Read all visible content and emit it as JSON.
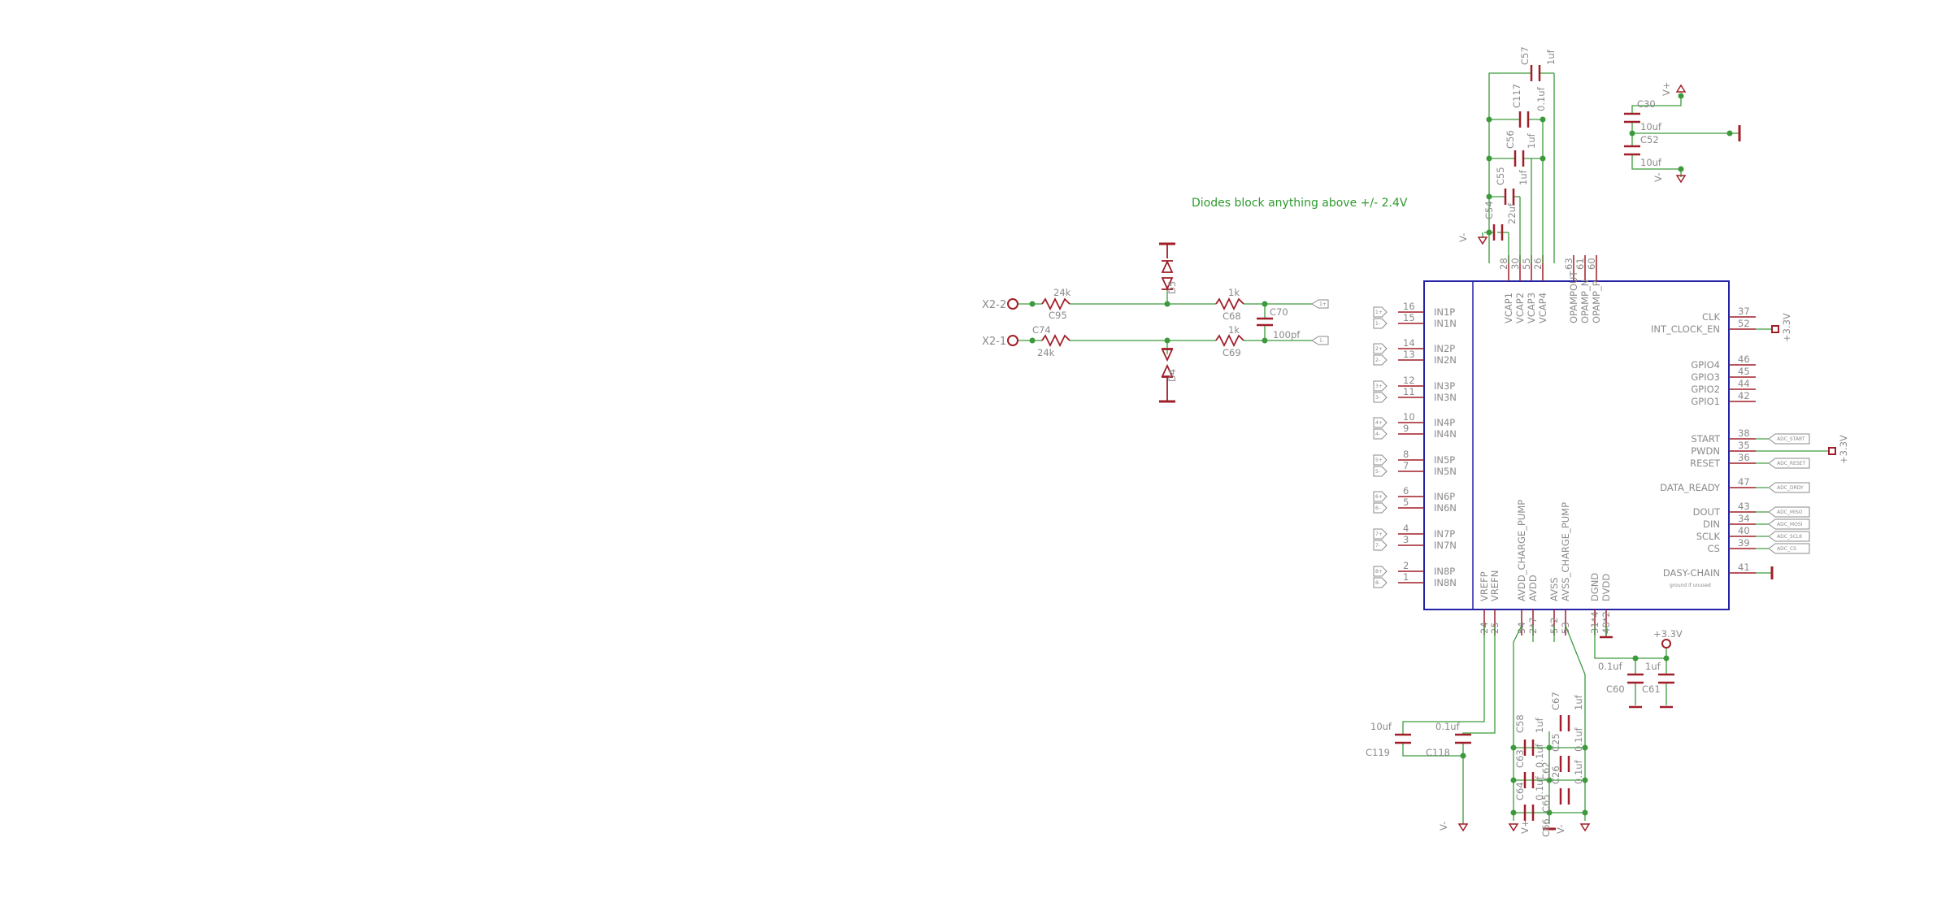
{
  "note": "Diodes block anything above +/- 2.4V",
  "colors": {
    "wire": "#3c9a3c",
    "part": "#a01e28",
    "text": "#8a8a8a",
    "chip": "#2323a8"
  },
  "chip": {
    "left_pins": [
      {
        "num": "16",
        "name": "IN1P"
      },
      {
        "num": "15",
        "name": "IN1N"
      },
      {
        "num": "14",
        "name": "IN2P"
      },
      {
        "num": "13",
        "name": "IN2N"
      },
      {
        "num": "12",
        "name": "IN3P"
      },
      {
        "num": "11",
        "name": "IN3N"
      },
      {
        "num": "10",
        "name": "IN4P"
      },
      {
        "num": "9",
        "name": "IN4N"
      },
      {
        "num": "8",
        "name": "IN5P"
      },
      {
        "num": "7",
        "name": "IN5N"
      },
      {
        "num": "6",
        "name": "IN6P"
      },
      {
        "num": "5",
        "name": "IN6N"
      },
      {
        "num": "4",
        "name": "IN7P"
      },
      {
        "num": "3",
        "name": "IN7N"
      },
      {
        "num": "2",
        "name": "IN8P"
      },
      {
        "num": "1",
        "name": "IN8N"
      }
    ],
    "right_pins": [
      {
        "num": "37",
        "name": "CLK"
      },
      {
        "num": "52",
        "name": "INT_CLOCK_EN"
      },
      {
        "num": "46",
        "name": "GPIO4"
      },
      {
        "num": "45",
        "name": "GPIO3"
      },
      {
        "num": "44",
        "name": "GPIO2"
      },
      {
        "num": "42",
        "name": "GPIO1"
      },
      {
        "num": "38",
        "name": "START"
      },
      {
        "num": "35",
        "name": "PWDN"
      },
      {
        "num": "36",
        "name": "RESET"
      },
      {
        "num": "47",
        "name": "DATA_READY"
      },
      {
        "num": "43",
        "name": "DOUT"
      },
      {
        "num": "34",
        "name": "DIN"
      },
      {
        "num": "40",
        "name": "SCLK"
      },
      {
        "num": "39",
        "name": "CS"
      },
      {
        "num": "41",
        "name": "DASY-CHAIN"
      }
    ],
    "top_pins": [
      {
        "num": "28",
        "name": "VCAP1"
      },
      {
        "num": "30",
        "name": "VCAP2"
      },
      {
        "num": "55",
        "name": "VCAP3"
      },
      {
        "num": "26",
        "name": "VCAP4"
      },
      {
        "num": "63",
        "name": "OPAMPOUT"
      },
      {
        "num": "61",
        "name": "OPAMP_N"
      },
      {
        "num": "60",
        "name": "OPAMP_P"
      }
    ],
    "bottom_pins": [
      {
        "num": "24",
        "name": "VREFP"
      },
      {
        "num": "25",
        "name": "VREFN"
      },
      {
        "num": "54",
        "name": "AVDD_CHARGE_PUMP"
      },
      {
        "num": "2*7",
        "name": "AVDD"
      },
      {
        "num": "5*2",
        "name": "AVSS"
      },
      {
        "num": "53",
        "name": "AVSS_CHARGE_PUMP"
      },
      {
        "num": "31*4",
        "name": "DGND"
      },
      {
        "num": "48*2",
        "name": "DVDD"
      }
    ],
    "daisy_sub": "ground if unused"
  },
  "port_labels": [
    "1+",
    "1-",
    "2+",
    "2-",
    "3+",
    "3-",
    "4+",
    "4-",
    "5+",
    "5-",
    "6+",
    "6-",
    "7+",
    "7-",
    "8+",
    "8-"
  ],
  "signal_tags": [
    "ADC_START",
    "ADC_RESET",
    "ADC_DRDY",
    "ADC_MISO",
    "ADC_MOSI",
    "ADC_SCLK",
    "ADC_CS"
  ],
  "power": {
    "p33": "+3.3V",
    "vplus": "V+",
    "vminus": "V-"
  },
  "front_end": {
    "ports": [
      "X2-2",
      "X2-1"
    ],
    "input_tags": [
      "1+",
      "1-"
    ],
    "r1_top_value": "24k",
    "r1_top_name": "C95",
    "r1_bot_value": "24k",
    "r1_bot_name": "C74",
    "r2_top_value": "1k",
    "r2_top_name": "C68",
    "r2_bot_value": "1k",
    "r2_bot_name": "C69",
    "cap_name": "C70",
    "cap_value": "100pf",
    "d_top": "D5",
    "d_bot": "D4"
  },
  "vcap": {
    "c57_name": "C57",
    "c57_value": "1uf",
    "c117_name": "C117",
    "c117_value": "0.1uf",
    "c56_name": "C56",
    "c56_value": "1uf",
    "c55_name": "C55",
    "c55_value": "1uf",
    "c54_name": "C54",
    "c54_value": "22uf"
  },
  "bulk": {
    "c30_name": "C30",
    "c30_value": "10uf",
    "c52_name": "C52",
    "c52_value": "10uf"
  },
  "vref": {
    "c119_name": "C119",
    "c119_value": "10uf",
    "c118_name": "C118",
    "c118_value": "0.1uf"
  },
  "dvdd": {
    "c60_name": "C60",
    "c60_value": "0.1uf",
    "c61_name": "C61",
    "c61_value": "1uf"
  },
  "avdd_bank": {
    "col1_names": [
      "C58",
      "C63",
      "C64"
    ],
    "col2_names": [
      "C62",
      "C65",
      "C66"
    ],
    "col3_names": [
      "C67",
      "C25",
      "C26"
    ],
    "values": [
      "1uf",
      "0.1uf",
      "0.1uf"
    ]
  }
}
